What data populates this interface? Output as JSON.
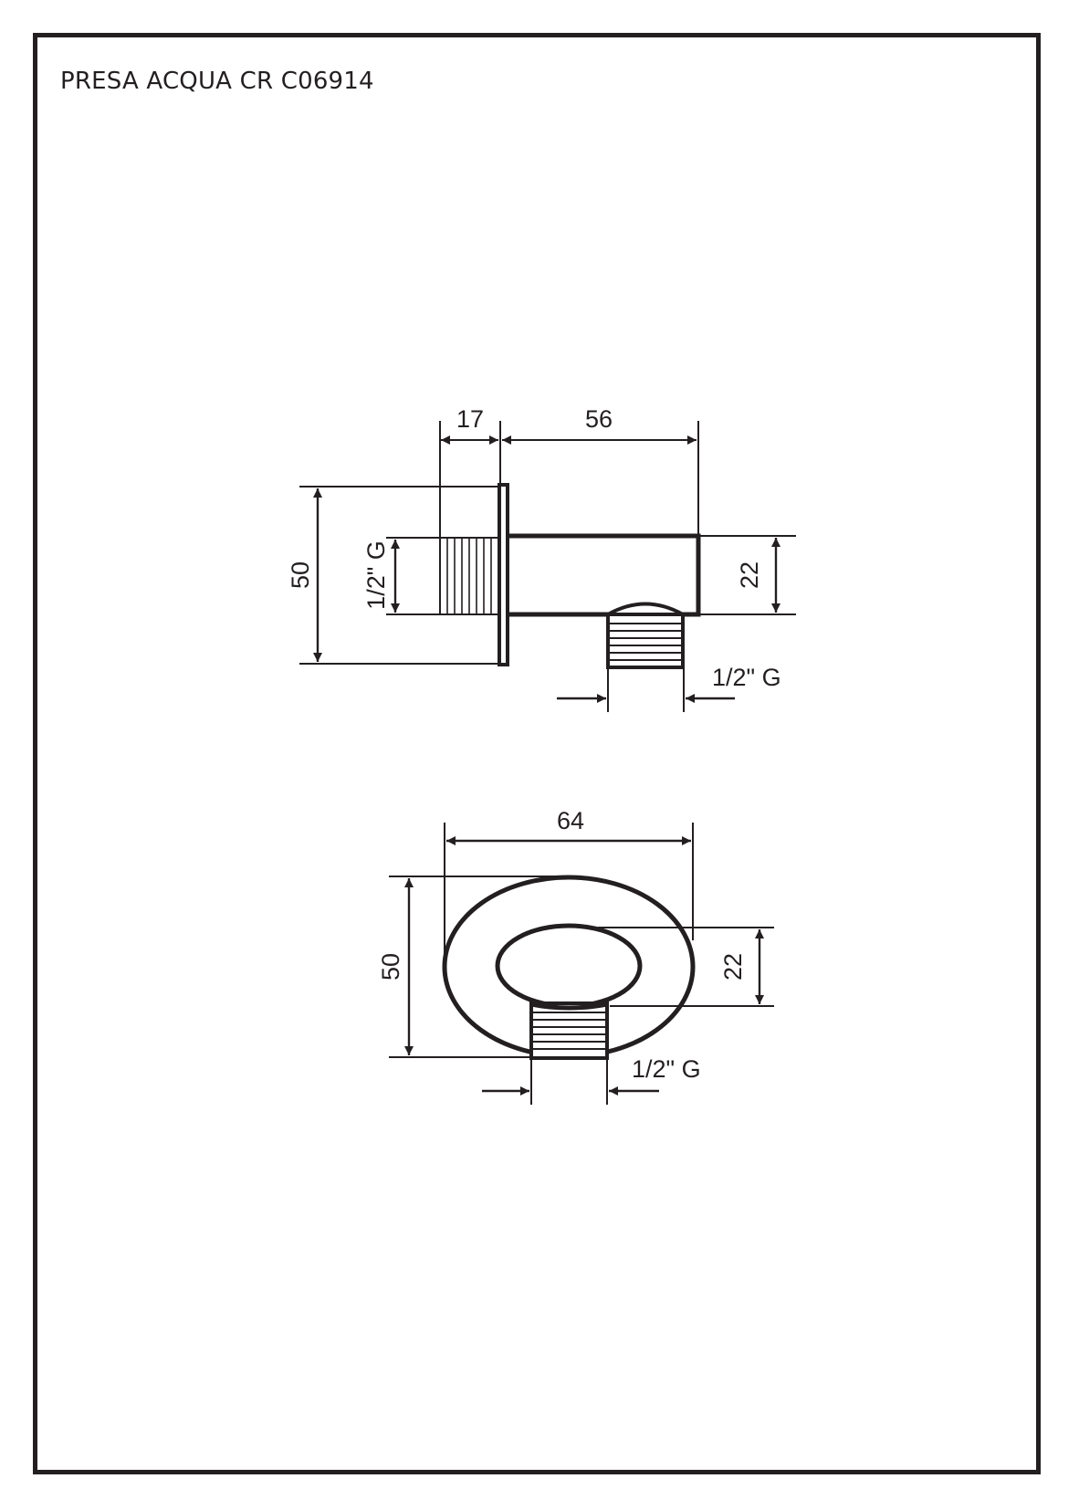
{
  "title": "PRESA ACQUA CR C06914",
  "colors": {
    "line": "#231f20",
    "background": "#ffffff"
  },
  "side_view": {
    "dimensions": {
      "flange_thread_length": "17",
      "body_length": "56",
      "flange_height": "50",
      "inlet_thread": "1/2\" G",
      "body_height": "22",
      "outlet_thread": "1/2\" G"
    }
  },
  "front_view": {
    "dimensions": {
      "width": "64",
      "height": "50",
      "inner_height": "22",
      "outlet_thread": "1/2\" G"
    }
  }
}
